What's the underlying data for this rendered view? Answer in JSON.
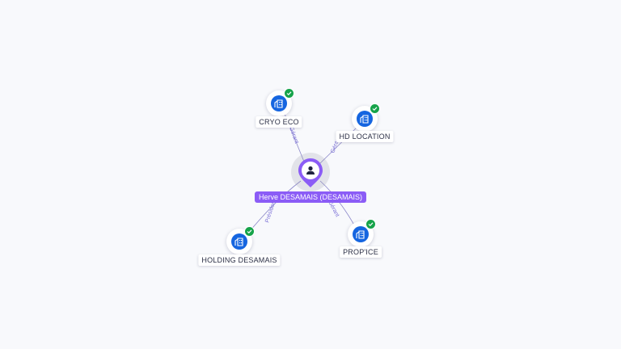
{
  "center": {
    "name": "Herve DESAMAIS (DESAMAIS)",
    "icon": "person-icon"
  },
  "companies": [
    {
      "name": "CRYO ECO",
      "role": "Gérant",
      "icon": "company-building-icon",
      "verified": true
    },
    {
      "name": "HD LOCATION",
      "role": "Gérant",
      "icon": "company-building-icon",
      "verified": true
    },
    {
      "name": "HOLDING DESAMAIS",
      "role": "Président",
      "icon": "company-building-icon",
      "verified": true
    },
    {
      "name": "PROP'ICE",
      "role": "Gérant",
      "icon": "company-building-icon",
      "verified": true
    }
  ],
  "colors": {
    "person": "#8b5cf6",
    "company": "#1565e0",
    "verified": "#16a34a",
    "edge": "#8a86c9"
  }
}
